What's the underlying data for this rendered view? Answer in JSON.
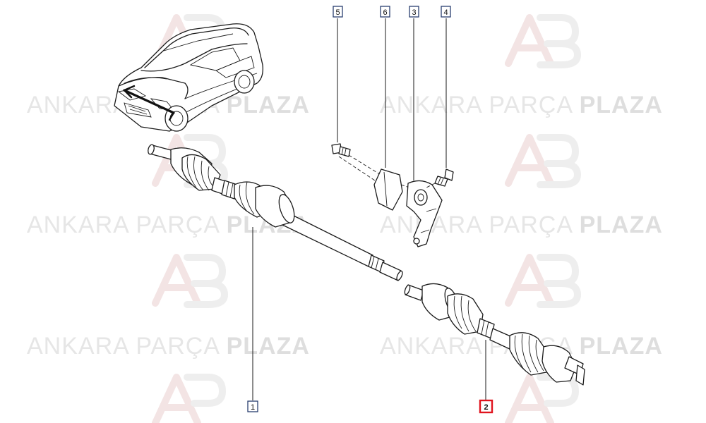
{
  "watermark": {
    "brand_regular": "ANKARA",
    "brand_middle": "PARÇA",
    "brand_bold": "PLAZA"
  },
  "callouts": [
    {
      "id": "1",
      "label": "1",
      "highlighted": false
    },
    {
      "id": "2",
      "label": "2",
      "highlighted": true
    },
    {
      "id": "3",
      "label": "3",
      "highlighted": false
    },
    {
      "id": "4",
      "label": "4",
      "highlighted": false
    },
    {
      "id": "5",
      "label": "5",
      "highlighted": false
    },
    {
      "id": "6",
      "label": "6",
      "highlighted": false
    }
  ],
  "colors": {
    "highlight": "#e0141e",
    "callout_border": "#2a3f6f",
    "line": "#1a1a1a",
    "watermark": "#e6e6e6"
  }
}
